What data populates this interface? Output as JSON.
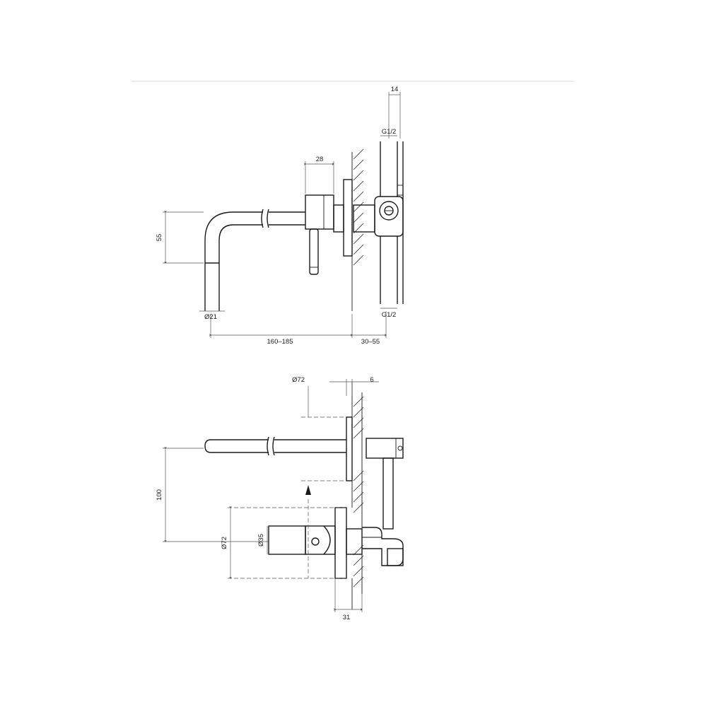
{
  "drawing": {
    "top_view": {
      "dims": {
        "inlet_top_width": "14",
        "inlet_top_thread": "G1/2",
        "body_width": "28",
        "spout_drop": "55",
        "spout_diameter": "Ø21",
        "spout_projection": "160–185",
        "wall_depth": "30–55",
        "inlet_bottom_thread": "G1/2"
      }
    },
    "side_view": {
      "dims": {
        "plate_diameter_top": "Ø72",
        "plate_thickness": "6",
        "spout_to_handle": "100",
        "plate_diameter_side": "Ø72",
        "handle_diameter": "Ø35",
        "body_depth": "31"
      }
    }
  }
}
